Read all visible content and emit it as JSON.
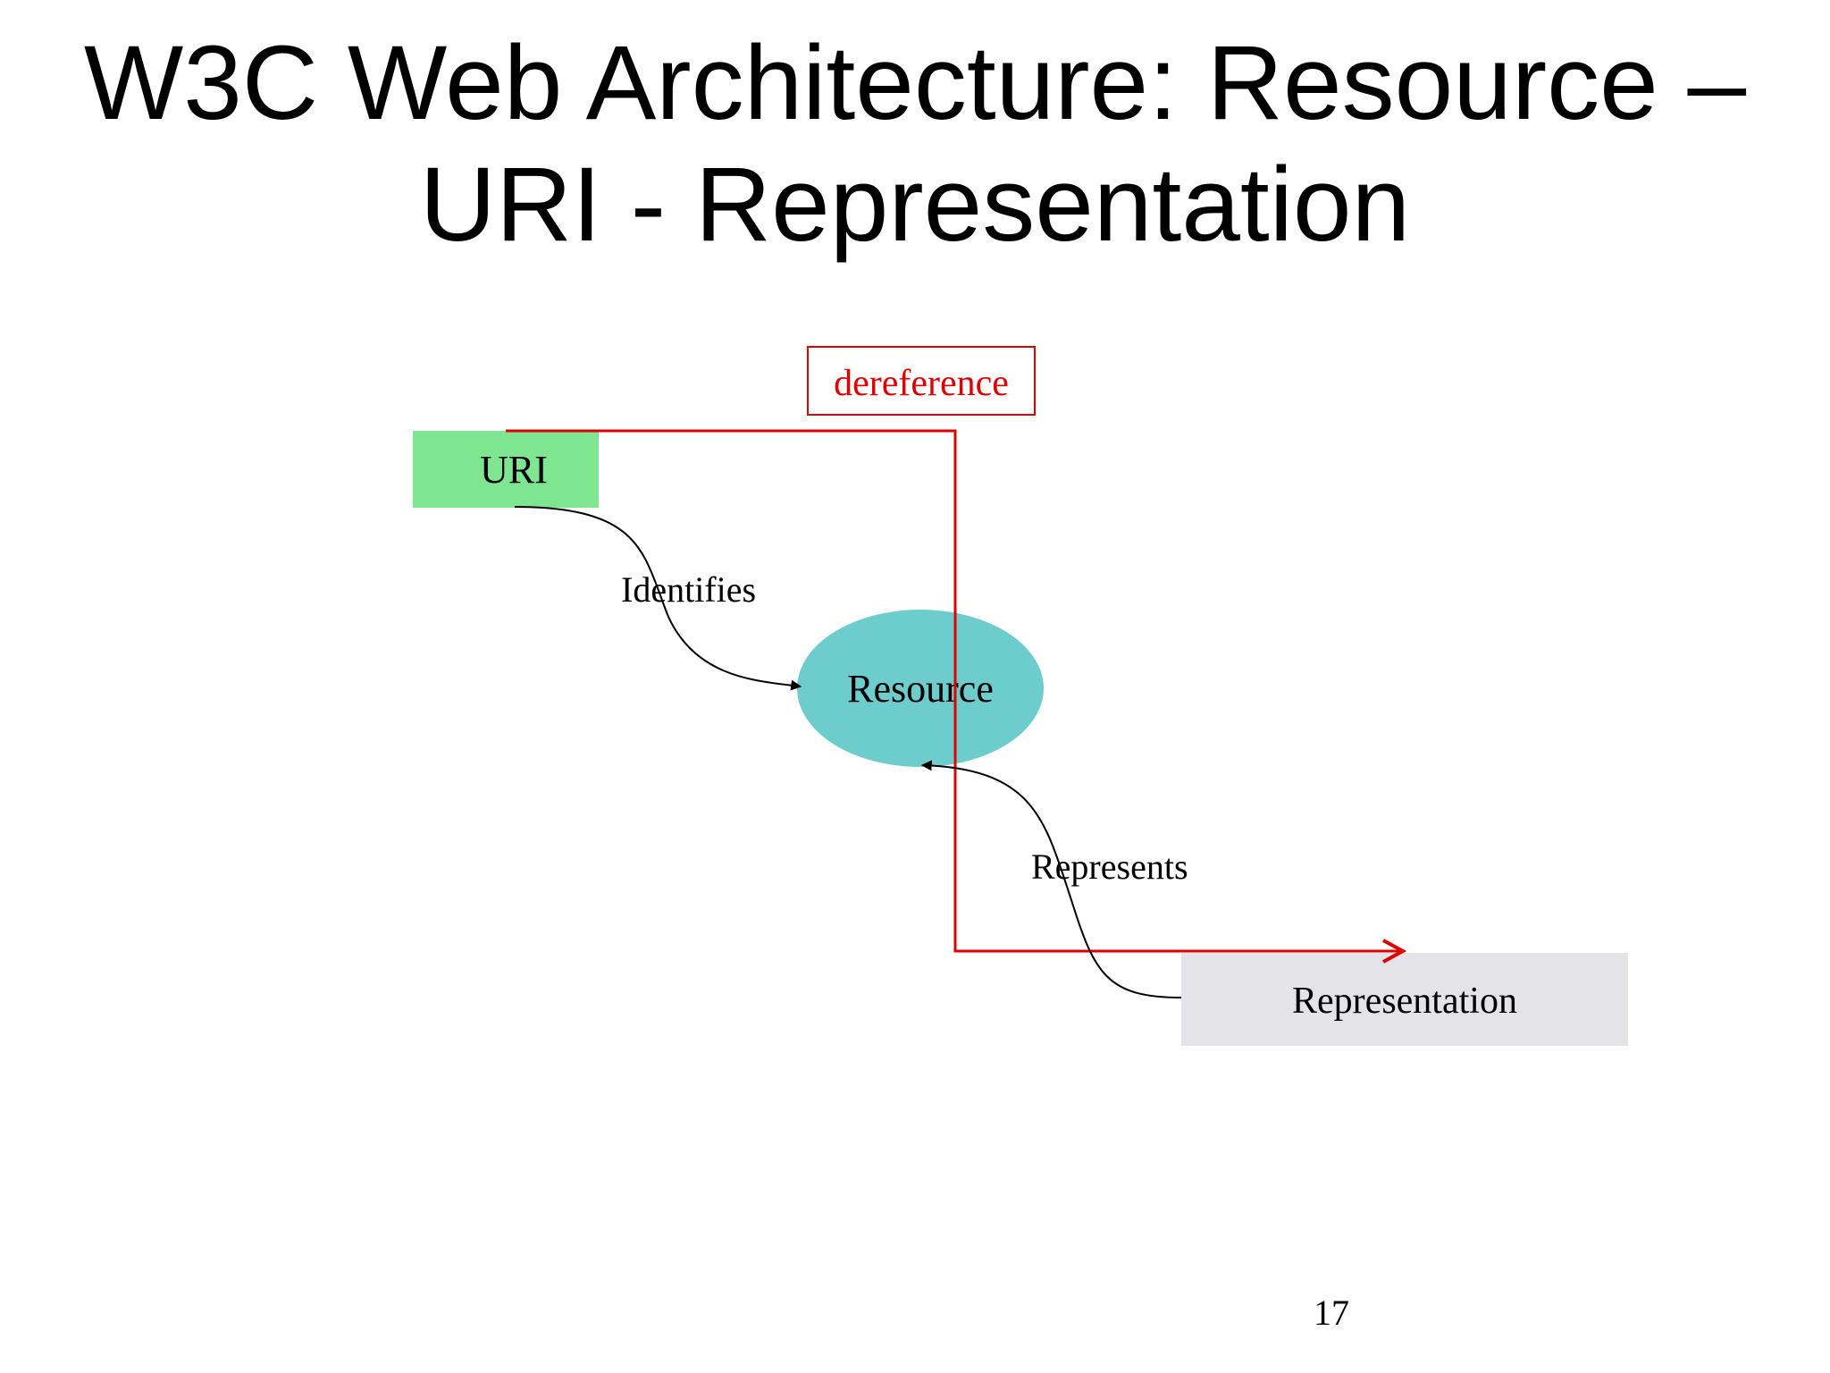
{
  "slide": {
    "title_line1": "W3C Web Architecture: Resource –",
    "title_line2": "URI - Representation",
    "page_number": "17"
  },
  "diagram": {
    "nodes": {
      "uri": {
        "label": "URI",
        "color": "#7ee590"
      },
      "resource": {
        "label": "Resource",
        "color": "#6ccdcc"
      },
      "representation": {
        "label": "Representation",
        "color": "#e4e3e7"
      },
      "dereference": {
        "label": "dereference",
        "color": "#e00000"
      }
    },
    "edges": {
      "identifies": {
        "label": "Identifies",
        "from": "URI",
        "to": "Resource"
      },
      "represents": {
        "label": "Represents",
        "from": "Representation",
        "to": "Resource"
      },
      "dereference_path": {
        "from": "URI",
        "to": "Representation",
        "color": "#e00000"
      }
    }
  }
}
